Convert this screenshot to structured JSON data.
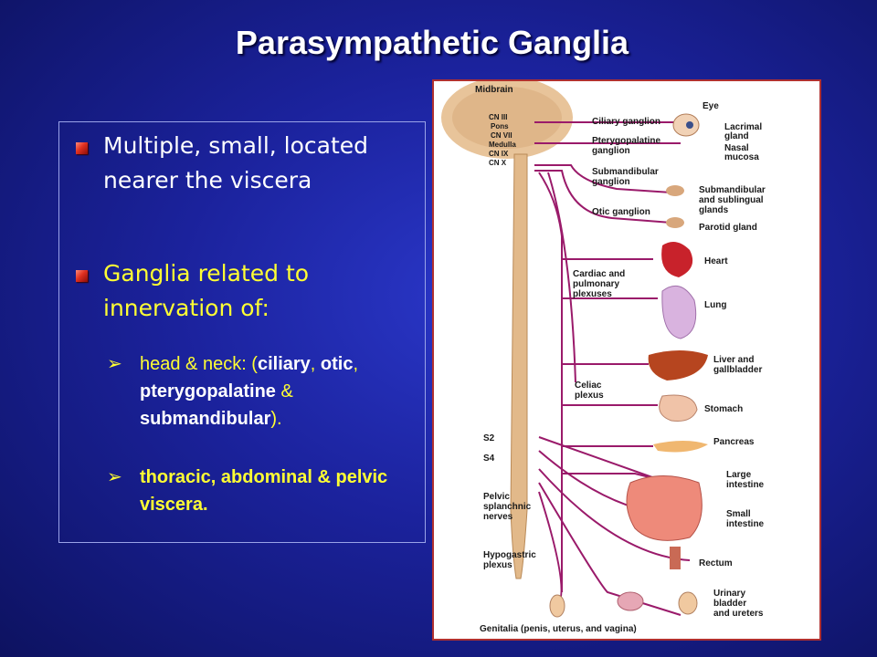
{
  "slide": {
    "title": "Parasympathetic Ganglia"
  },
  "bullets": {
    "b1": "Multiple, small, located nearer the viscera",
    "b2": "Ganglia related to innervation of:",
    "sub1": {
      "lead": "head & neck: (",
      "ciliary": "ciliary",
      "c1": ", ",
      "otic": "otic",
      "c2": ", ",
      "ptery": "pterygopalatine",
      "amp": " & ",
      "submand": "submandibular",
      "tail": ")."
    },
    "sub2": "thoracic, abdominal & pelvic viscera."
  },
  "figure": {
    "labels": {
      "midbrain": "Midbrain",
      "cn3": "CN III",
      "pons": "Pons",
      "cn7": "CN VII",
      "medulla": "Medulla",
      "cn9": "CN IX",
      "cn10": "CN X",
      "ciliary": "Ciliary ganglion",
      "ptery1": "Pterygopalatine",
      "ptery2": "ganglion",
      "submand1": "Submandibular",
      "submand2": "ganglion",
      "otic": "Otic ganglion",
      "eye": "Eye",
      "lacrimal1": "Lacrimal",
      "lacrimal2": "gland",
      "nasal1": "Nasal",
      "nasal2": "mucosa",
      "subglands1": "Submandibular",
      "subglands2": "and sublingual",
      "subglands3": "glands",
      "parotid": "Parotid gland",
      "heart": "Heart",
      "cardiac1": "Cardiac and",
      "cardiac2": "pulmonary",
      "cardiac3": "plexuses",
      "lung": "Lung",
      "liver1": "Liver and",
      "liver2": "gallbladder",
      "celiac1": "Celiac",
      "celiac2": "plexus",
      "stomach": "Stomach",
      "s2": "S2",
      "s4": "S4",
      "pancreas": "Pancreas",
      "large1": "Large",
      "large2": "intestine",
      "pelvic1": "Pelvic",
      "pelvic2": "splanchnic",
      "pelvic3": "nerves",
      "small1": "Small",
      "small2": "intestine",
      "hypo1": "Hypogastric",
      "hypo2": "plexus",
      "rectum": "Rectum",
      "urinary1": "Urinary",
      "urinary2": "bladder",
      "urinary3": "and ureters",
      "genitalia": "Genitalia (penis, uterus, and vagina)"
    }
  }
}
